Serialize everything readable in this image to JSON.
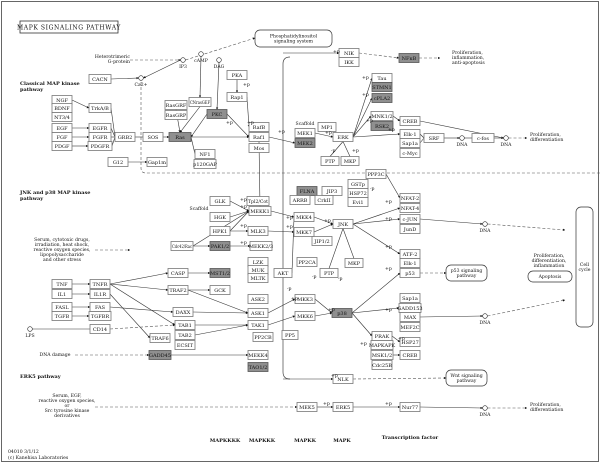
{
  "title": "MAPK SIGNALING PATHWAY",
  "colors": {
    "highlighted_gene": "#8f8f8f",
    "gene_border": "#777777",
    "line": "#333333"
  },
  "sections": {
    "classical": [
      "Classical MAP kinase",
      "pathway"
    ],
    "jnk": [
      "JNK and p38 MAP kinase",
      "pathway"
    ],
    "erk5": [
      "ERK5 pathway"
    ]
  },
  "nodes": [
    {
      "id": "CACH",
      "label": "CACN",
      "highlighted": false
    },
    {
      "id": "NGF",
      "label": "NGF",
      "highlighted": false
    },
    {
      "id": "BDNF",
      "label": "BDNF",
      "highlighted": false
    },
    {
      "id": "NT34",
      "label": "NT3/4",
      "highlighted": false
    },
    {
      "id": "TrkAB",
      "label": "TrkA/B",
      "highlighted": false
    },
    {
      "id": "EGF",
      "label": "EGF",
      "highlighted": false
    },
    {
      "id": "FGF",
      "label": "FGF",
      "highlighted": false
    },
    {
      "id": "PDGF",
      "label": "PDGF",
      "highlighted": false
    },
    {
      "id": "EGFR",
      "label": "EGFR",
      "highlighted": false
    },
    {
      "id": "FGFR",
      "label": "FGFR",
      "highlighted": false
    },
    {
      "id": "PDGFR",
      "label": "PDGFR",
      "highlighted": false
    },
    {
      "id": "GRB2",
      "label": "GRB2",
      "highlighted": false
    },
    {
      "id": "SOS",
      "label": "SOS",
      "highlighted": false
    },
    {
      "id": "Ras",
      "label": "Ras",
      "highlighted": true
    },
    {
      "id": "RasGRF",
      "label": "RasGRF",
      "highlighted": false
    },
    {
      "id": "RasGRP",
      "label": "RasGRP",
      "highlighted": false
    },
    {
      "id": "CNrasGEF",
      "label": "CNrasGEF",
      "highlighted": false
    },
    {
      "id": "PKC",
      "label": "PKC",
      "highlighted": true
    },
    {
      "id": "PKA",
      "label": "PKA",
      "highlighted": false
    },
    {
      "id": "Rap1",
      "label": "Rap1",
      "highlighted": false
    },
    {
      "id": "RafB",
      "label": "RafB",
      "highlighted": false
    },
    {
      "id": "Raf1",
      "label": "Raf1",
      "highlighted": false
    },
    {
      "id": "Mos",
      "label": "Mos",
      "highlighted": false
    },
    {
      "id": "NF1",
      "label": "NF1",
      "highlighted": false
    },
    {
      "id": "p120GAP",
      "label": "p120GAP",
      "highlighted": false
    },
    {
      "id": "G12",
      "label": "G12",
      "highlighted": false
    },
    {
      "id": "Gap1m",
      "label": "Gap1m",
      "highlighted": false
    },
    {
      "id": "MEK1",
      "label": "MEK1",
      "highlighted": false
    },
    {
      "id": "MEK2",
      "label": "MEK2",
      "highlighted": true
    },
    {
      "id": "MP1",
      "label": "MP1",
      "highlighted": false
    },
    {
      "id": "ERK",
      "label": "ERK",
      "highlighted": false
    },
    {
      "id": "PTP1",
      "label": "PTP",
      "highlighted": false
    },
    {
      "id": "MKP1",
      "label": "MKP",
      "highlighted": false
    },
    {
      "id": "NIK",
      "label": "NIK",
      "highlighted": false
    },
    {
      "id": "IKK",
      "label": "IKK",
      "highlighted": false
    },
    {
      "id": "NFkB",
      "label": "NFκB",
      "highlighted": true
    },
    {
      "id": "Tau",
      "label": "Tau",
      "highlighted": false
    },
    {
      "id": "STMN1",
      "label": "STMN1",
      "highlighted": true
    },
    {
      "id": "cPLA2",
      "label": "cPLA2",
      "highlighted": true
    },
    {
      "id": "MNK12",
      "label": "MNK1/2",
      "highlighted": false
    },
    {
      "id": "RSK2",
      "label": "RSK2",
      "highlighted": true
    },
    {
      "id": "CREB1",
      "label": "CREB",
      "highlighted": false
    },
    {
      "id": "Elk1a",
      "label": "Elk-1",
      "highlighted": false
    },
    {
      "id": "Sap1a1",
      "label": "Sap1a",
      "highlighted": false
    },
    {
      "id": "cMyc",
      "label": "c-Myc",
      "highlighted": false
    },
    {
      "id": "SRF",
      "label": "SRF",
      "highlighted": false
    },
    {
      "id": "cfos",
      "label": "c-fos",
      "highlighted": false
    },
    {
      "id": "PPP3C",
      "label": "PPP3C",
      "highlighted": false
    },
    {
      "id": "GSTp",
      "label": "GSTp",
      "highlighted": false
    },
    {
      "id": "HSP72",
      "label": "HSP72",
      "highlighted": false
    },
    {
      "id": "Evi1",
      "label": "Evi1",
      "highlighted": false
    },
    {
      "id": "FLNA",
      "label": "FLNA",
      "highlighted": true
    },
    {
      "id": "JIP3",
      "label": "JIP3",
      "highlighted": false
    },
    {
      "id": "ARRB",
      "label": "ARRB",
      "highlighted": false
    },
    {
      "id": "CrkII",
      "label": "CrkII",
      "highlighted": false
    },
    {
      "id": "Tpl2",
      "label": "Tpl2/Cot",
      "highlighted": false
    },
    {
      "id": "MEKK1",
      "label": "MEKK1",
      "highlighted": false
    },
    {
      "id": "GLK",
      "label": "GLK",
      "highlighted": false
    },
    {
      "id": "HGK",
      "label": "HGK",
      "highlighted": false
    },
    {
      "id": "HPK1",
      "label": "HPK1",
      "highlighted": false
    },
    {
      "id": "Cdc42",
      "label": "Cdc42/Rac",
      "highlighted": false
    },
    {
      "id": "PAK12",
      "label": "PAK1/2",
      "highlighted": true
    },
    {
      "id": "MLK3",
      "label": "MLK3",
      "highlighted": false
    },
    {
      "id": "MEKK23",
      "label": "MEKK2/3",
      "highlighted": false
    },
    {
      "id": "LZK",
      "label": "LZK",
      "highlighted": false
    },
    {
      "id": "MUK",
      "label": "MUK",
      "highlighted": false
    },
    {
      "id": "MLTK",
      "label": "MLTK",
      "highlighted": false
    },
    {
      "id": "CASP",
      "label": "CASP",
      "highlighted": false
    },
    {
      "id": "MST12",
      "label": "MST1/2",
      "highlighted": true
    },
    {
      "id": "TRAF2",
      "label": "TRAF2",
      "highlighted": false
    },
    {
      "id": "GCK",
      "label": "GCK",
      "highlighted": false
    },
    {
      "id": "ASK2",
      "label": "ASK2",
      "highlighted": false
    },
    {
      "id": "ASK1",
      "label": "ASK1",
      "highlighted": false
    },
    {
      "id": "DAXX",
      "label": "DAXX",
      "highlighted": false
    },
    {
      "id": "TAB1",
      "label": "TAB1",
      "highlighted": false
    },
    {
      "id": "TAB2",
      "label": "TAB2",
      "highlighted": false
    },
    {
      "id": "TRAF6",
      "label": "TRAF6",
      "highlighted": false
    },
    {
      "id": "ECSIT",
      "label": "ECSIT",
      "highlighted": false
    },
    {
      "id": "TAK1",
      "label": "TAK1",
      "highlighted": false
    },
    {
      "id": "PP2CB",
      "label": "PP2CB",
      "highlighted": false
    },
    {
      "id": "GADD45",
      "label": "GADD45",
      "highlighted": true
    },
    {
      "id": "MEKK4",
      "label": "MEKK4",
      "highlighted": false
    },
    {
      "id": "TAO12",
      "label": "TAO1/2",
      "highlighted": true
    },
    {
      "id": "MKK4",
      "label": "MKK4",
      "highlighted": false
    },
    {
      "id": "MKK7",
      "label": "MKK7",
      "highlighted": false
    },
    {
      "id": "JIP12",
      "label": "JIP1/2",
      "highlighted": false
    },
    {
      "id": "PP2CA",
      "label": "PP2CA",
      "highlighted": false
    },
    {
      "id": "AKT",
      "label": "AKT",
      "highlighted": false
    },
    {
      "id": "MKK3",
      "label": "MKK3",
      "highlighted": false
    },
    {
      "id": "MKK6",
      "label": "MKK6",
      "highlighted": false
    },
    {
      "id": "PP5",
      "label": "PP5",
      "highlighted": false
    },
    {
      "id": "JNK",
      "label": "JNK",
      "highlighted": false
    },
    {
      "id": "PTP2",
      "label": "PTP",
      "highlighted": false
    },
    {
      "id": "MKP2",
      "label": "MKP",
      "highlighted": false
    },
    {
      "id": "p38",
      "label": "p38",
      "highlighted": true
    },
    {
      "id": "NFAT2",
      "label": "NFAT-2",
      "highlighted": false
    },
    {
      "id": "NFAT4",
      "label": "NFAT-4",
      "highlighted": false
    },
    {
      "id": "cJUN",
      "label": "c-JUN",
      "highlighted": false
    },
    {
      "id": "JunD",
      "label": "JunD",
      "highlighted": false
    },
    {
      "id": "ATF2",
      "label": "ATF-2",
      "highlighted": false
    },
    {
      "id": "Elk1b",
      "label": "Elk-1",
      "highlighted": false
    },
    {
      "id": "p53",
      "label": "p53",
      "highlighted": false
    },
    {
      "id": "Sap1a2",
      "label": "Sap1a",
      "highlighted": false
    },
    {
      "id": "GADD153",
      "label": "GADD153",
      "highlighted": false
    },
    {
      "id": "MAX",
      "label": "MAX",
      "highlighted": false
    },
    {
      "id": "MEF2C",
      "label": "MEF2C",
      "highlighted": false
    },
    {
      "id": "PRAK",
      "label": "PRAK",
      "highlighted": false
    },
    {
      "id": "MAPKAPK",
      "label": "MAPKAPK",
      "highlighted": false
    },
    {
      "id": "MSK12",
      "label": "MSK1/2",
      "highlighted": false
    },
    {
      "id": "Cdc25B",
      "label": "Cdc25B",
      "highlighted": false
    },
    {
      "id": "HSP27",
      "label": "HSP27",
      "highlighted": false
    },
    {
      "id": "CREB2",
      "label": "CREB",
      "highlighted": false
    },
    {
      "id": "NLK",
      "label": "NLK",
      "highlighted": false
    },
    {
      "id": "MEK5",
      "label": "MEK5",
      "highlighted": false
    },
    {
      "id": "ERK5",
      "label": "ERK5",
      "highlighted": false
    },
    {
      "id": "Nur77",
      "label": "Nur77",
      "highlighted": false
    },
    {
      "id": "TNF",
      "label": "TNF",
      "highlighted": false
    },
    {
      "id": "IL1",
      "label": "IL1",
      "highlighted": false
    },
    {
      "id": "TNFR",
      "label": "TNFR",
      "highlighted": false
    },
    {
      "id": "IL1R",
      "label": "IL1R",
      "highlighted": false
    },
    {
      "id": "FASL",
      "label": "FASL",
      "highlighted": false
    },
    {
      "id": "FAS",
      "label": "FAS",
      "highlighted": false
    },
    {
      "id": "TGFB",
      "label": "TGFB",
      "highlighted": false
    },
    {
      "id": "TGFBR",
      "label": "TGFBR",
      "highlighted": false
    },
    {
      "id": "CD14",
      "label": "CD14",
      "highlighted": false
    }
  ],
  "compounds": [
    {
      "id": "IP3",
      "label": "IP3"
    },
    {
      "id": "cAMP",
      "label": "cAMP"
    },
    {
      "id": "DAG",
      "label": "DAG"
    },
    {
      "id": "Ca",
      "label": "Ca2+"
    },
    {
      "id": "LPS",
      "label": "LPS"
    },
    {
      "id": "DNA1",
      "label": "DNA"
    },
    {
      "id": "DNA2",
      "label": "DNA"
    },
    {
      "id": "DNA3",
      "label": "DNA"
    },
    {
      "id": "DNA4",
      "label": "DNA"
    },
    {
      "id": "DNA5",
      "label": "DNA"
    }
  ],
  "linked_pathways": [
    {
      "id": "pi",
      "lines": [
        "Phosphatidylinositol",
        "signaling system"
      ]
    },
    {
      "id": "p53path",
      "lines": [
        "p53 signaling",
        "pathway"
      ]
    },
    {
      "id": "wnt",
      "lines": [
        "Wnt signaling",
        "pathway"
      ]
    },
    {
      "id": "apoptosis",
      "lines": [
        "Apoptosis"
      ]
    },
    {
      "id": "cellcycle",
      "lines": [
        "Cell",
        "cycle"
      ]
    }
  ],
  "texts": [
    {
      "id": "hetero",
      "lines": [
        "Heterotrimeric",
        "G-protein"
      ]
    },
    {
      "id": "out1",
      "lines": [
        "Proliferation,",
        "inflammation,",
        "anti-apoptosis"
      ]
    },
    {
      "id": "out2",
      "lines": [
        "Proliferation,",
        "differentiation"
      ]
    },
    {
      "id": "out3",
      "lines": [
        "Proliferation,",
        "differentiation,",
        "inflammation"
      ]
    },
    {
      "id": "out4",
      "lines": [
        "Proliferation,",
        "differentiation"
      ]
    },
    {
      "id": "stress",
      "lines": [
        "Serum, cytotoxic drugs,",
        "irradiation, heat shock,",
        "reactive oxygen species,",
        "lipopolysaccharide",
        "and other stress"
      ]
    },
    {
      "id": "dnadamage",
      "lines": [
        "DNA damage"
      ]
    },
    {
      "id": "erk5stim",
      "lines": [
        "Serum, EGF,",
        "reactive oxygen species,",
        "or",
        "Src tyrosine kinase",
        "derivatives"
      ]
    },
    {
      "id": "scaffold1",
      "lines": [
        "Scaffold"
      ]
    },
    {
      "id": "scaffold2",
      "lines": [
        "Scaffold"
      ]
    }
  ],
  "modifications": {
    "phosphorylation": "+p",
    "dephosphorylation": "-p"
  },
  "column_labels": [
    "MAPKKKK",
    "MAPKKK",
    "MAPKK",
    "MAPK",
    "Transcription factor"
  ],
  "footer": [
    "04010 3/1/12",
    "(c) Kanehisa Laboratories"
  ]
}
